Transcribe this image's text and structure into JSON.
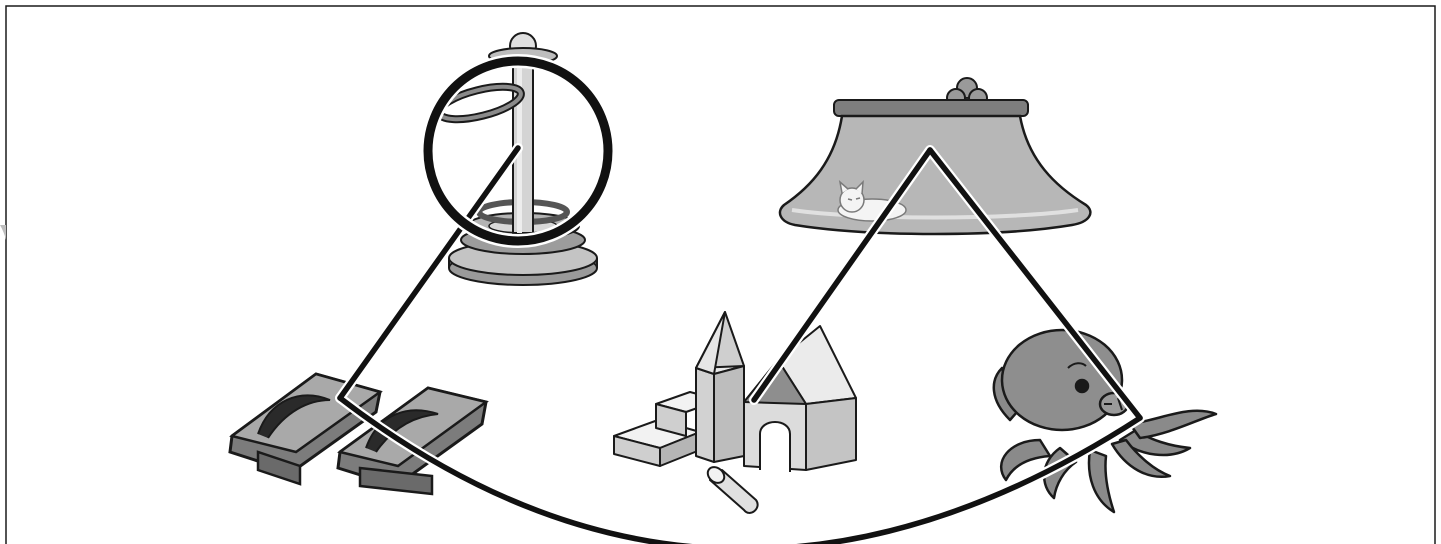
{
  "colors": {
    "background": "#ffffff",
    "outline": "#1a1a1a",
    "mid_gray": "#8f8f8f",
    "light_gray": "#c6c6c6",
    "pale_gray": "#e4e4e4",
    "dark_gray": "#6e6e6e"
  },
  "objects": [
    {
      "name": "ring-toss-toy",
      "icon": "ring-toss-icon",
      "circled": true
    },
    {
      "name": "kotatsu-with-cat",
      "icon": "kotatsu-icon",
      "circled": false
    },
    {
      "name": "geta-sandals",
      "icon": "geta-icon",
      "circled": false
    },
    {
      "name": "toy-blocks",
      "icon": "blocks-icon",
      "circled": false
    },
    {
      "name": "octopus",
      "icon": "octopus-icon",
      "circled": false
    }
  ],
  "path": {
    "order": [
      "ring-toss-toy",
      "geta-sandals",
      "octopus",
      "kotatsu-with-cat",
      "toy-blocks"
    ],
    "segments": [
      {
        "from": "ring-toss-toy",
        "to": "geta-sandals",
        "shape": "straight"
      },
      {
        "from": "geta-sandals",
        "to": "octopus",
        "shape": "curve"
      },
      {
        "from": "octopus",
        "to": "kotatsu-with-cat",
        "shape": "straight"
      },
      {
        "from": "kotatsu-with-cat",
        "to": "toy-blocks",
        "shape": "straight"
      }
    ]
  }
}
